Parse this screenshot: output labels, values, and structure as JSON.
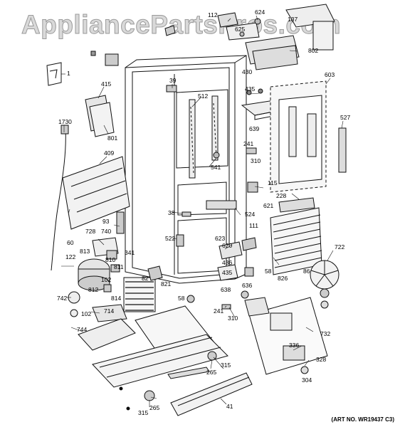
{
  "watermark": "AppliancePartsPros.com",
  "art_number": "(ART NO. WR19437 C3)",
  "labels": [
    "112",
    "624",
    "625",
    "137",
    "802",
    "430",
    "39",
    "435",
    "603",
    "1",
    "415",
    "512",
    "639",
    "801",
    "1730",
    "527",
    "409",
    "241",
    "310",
    "541",
    "115",
    "228",
    "38",
    "524",
    "93",
    "740",
    "728",
    "111",
    "621",
    "60",
    "813",
    "522",
    "623",
    "620",
    "436",
    "122",
    "341",
    "58",
    "810",
    "811",
    "826",
    "722",
    "435",
    "86",
    "102",
    "812",
    "82",
    "821",
    "638",
    "742",
    "102",
    "814",
    "58",
    "636",
    "714",
    "241",
    "310",
    "744",
    "732",
    "336",
    "265",
    "315",
    "328",
    "304",
    "315",
    "265",
    "41"
  ]
}
